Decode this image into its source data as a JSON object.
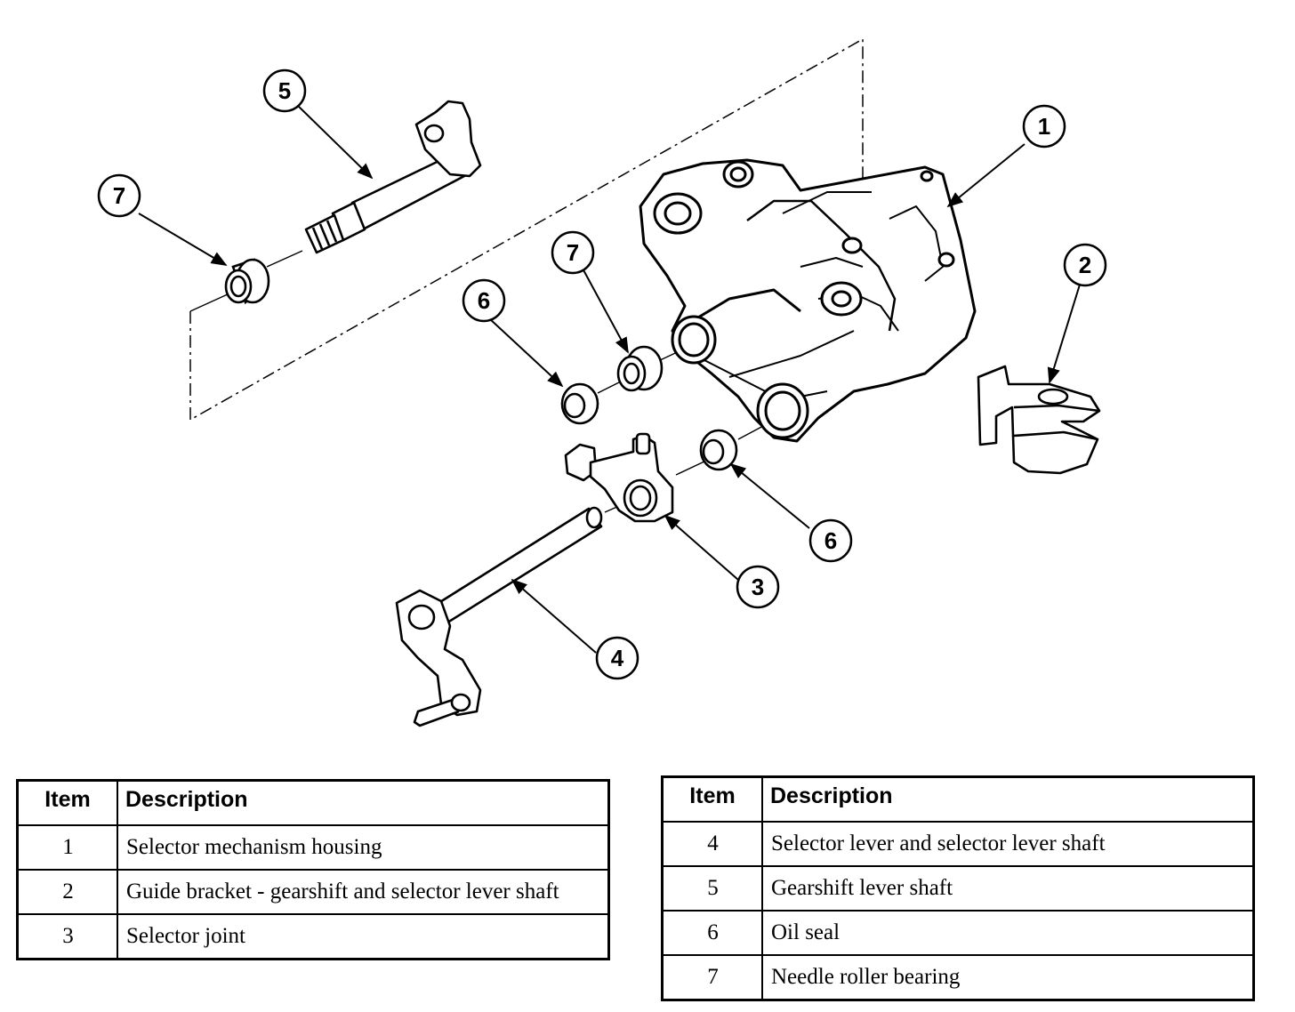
{
  "callouts": [
    "1",
    "2",
    "3",
    "4",
    "5",
    "6",
    "6",
    "7",
    "7"
  ],
  "legend_left": {
    "header": {
      "item": "Item",
      "description": "Description"
    },
    "rows": [
      {
        "item": "1",
        "description": "Selector mechanism housing"
      },
      {
        "item": "2",
        "description": "Guide bracket - gearshift and selector lever shaft"
      },
      {
        "item": "3",
        "description": "Selector joint"
      }
    ]
  },
  "legend_right": {
    "header": {
      "item": "Item",
      "description": "Description"
    },
    "rows": [
      {
        "item": "4",
        "description": "Selector lever and selector lever shaft"
      },
      {
        "item": "5",
        "description": "Gearshift lever shaft"
      },
      {
        "item": "6",
        "description": "Oil seal"
      },
      {
        "item": "7",
        "description": "Needle roller bearing"
      }
    ]
  }
}
